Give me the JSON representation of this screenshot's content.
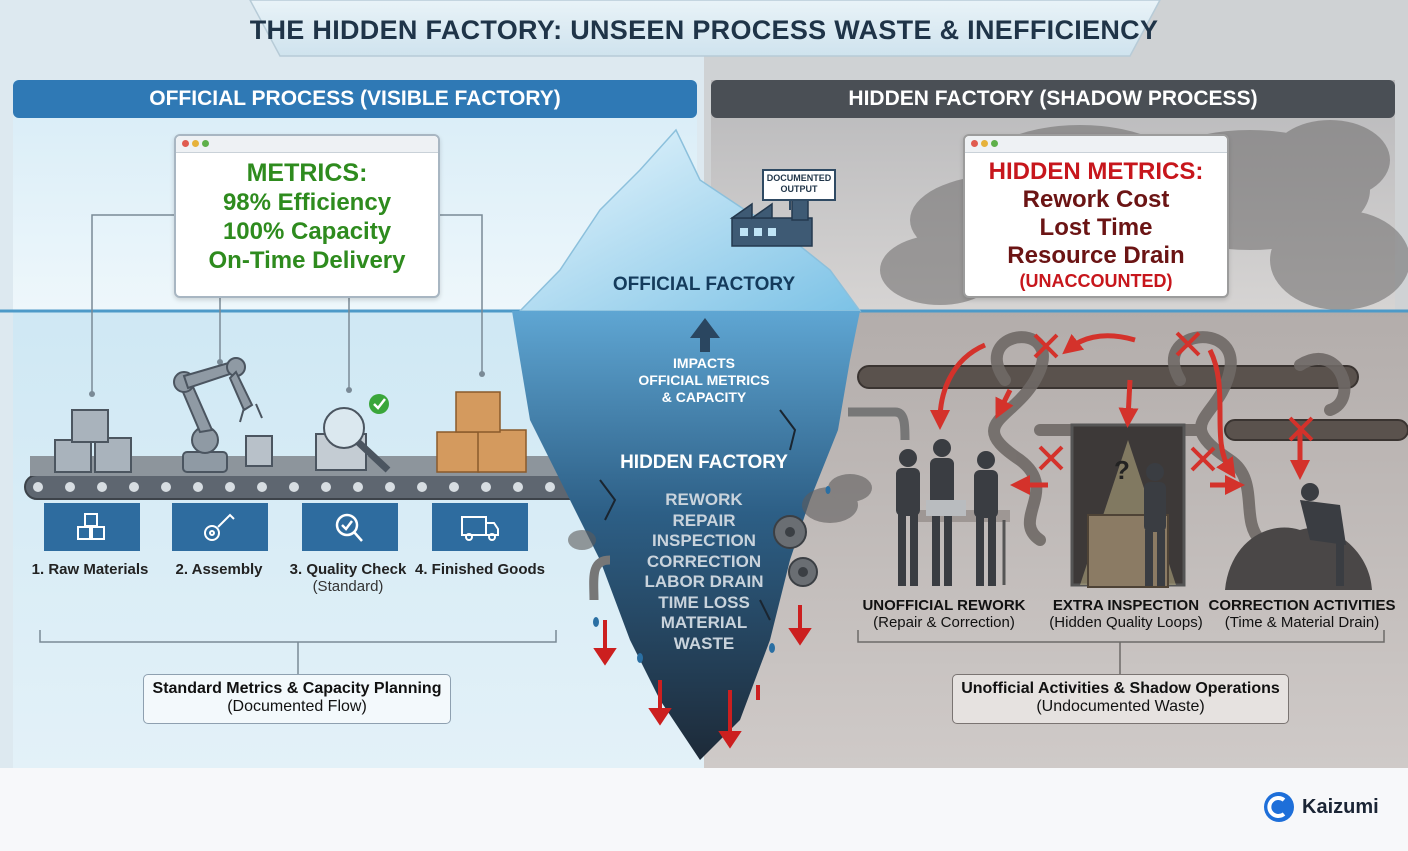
{
  "title": "THE HIDDEN FACTORY: UNSEEN PROCESS WASTE & INEFFICIENCY",
  "official": {
    "header": "OFFICIAL PROCESS (VISIBLE FACTORY)",
    "metrics": [
      "METRICS:",
      "98% Efficiency",
      "100% Capacity",
      "On-Time Delivery"
    ],
    "steps": [
      {
        "label": "1. Raw Materials",
        "sub": ""
      },
      {
        "label": "2. Assembly",
        "sub": ""
      },
      {
        "label": "3. Quality Check",
        "sub": "(Standard)"
      },
      {
        "label": "4. Finished Goods",
        "sub": ""
      }
    ],
    "footer_title": "Standard Metrics & Capacity Planning",
    "footer_sub": "(Documented Flow)"
  },
  "iceberg": {
    "sign": [
      "DOCUMENTED",
      "OUTPUT"
    ],
    "official_label": "OFFICIAL FACTORY",
    "impacts": [
      "IMPACTS",
      "OFFICIAL METRICS",
      "& CAPACITY"
    ],
    "hidden_label": "HIDDEN FACTORY",
    "waste": [
      "REWORK",
      "REPAIR",
      "INSPECTION",
      "CORRECTION",
      "LABOR DRAIN",
      "TIME LOSS",
      "MATERIAL",
      "WASTE"
    ]
  },
  "hidden": {
    "header": "HIDDEN FACTORY (SHADOW PROCESS)",
    "metrics_title": "HIDDEN METRICS:",
    "metrics": [
      "Rework Cost",
      "Lost Time",
      "Resource Drain"
    ],
    "metrics_note": "(UNACCOUNTED)",
    "activities": [
      {
        "label": "UNOFFICIAL REWORK",
        "sub": "(Repair & Correction)"
      },
      {
        "label": "EXTRA INSPECTION",
        "sub": "(Hidden Quality Loops)"
      },
      {
        "label": "CORRECTION ACTIVITIES",
        "sub": "(Time & Material Drain)"
      }
    ],
    "footer_title": "Unofficial Activities & Shadow Operations",
    "footer_sub": "(Undocumented Waste)"
  },
  "brand": {
    "name": "Kaizumi",
    "accent": "#1e6fd9"
  },
  "colors": {
    "official_header": "#2f79b5",
    "hidden_header": "#4a4f55",
    "metric_green": "#2e8b1e",
    "hidden_red": "#c7161c",
    "hidden_dark": "#6b1414",
    "water_line": "#4d9ac8"
  }
}
